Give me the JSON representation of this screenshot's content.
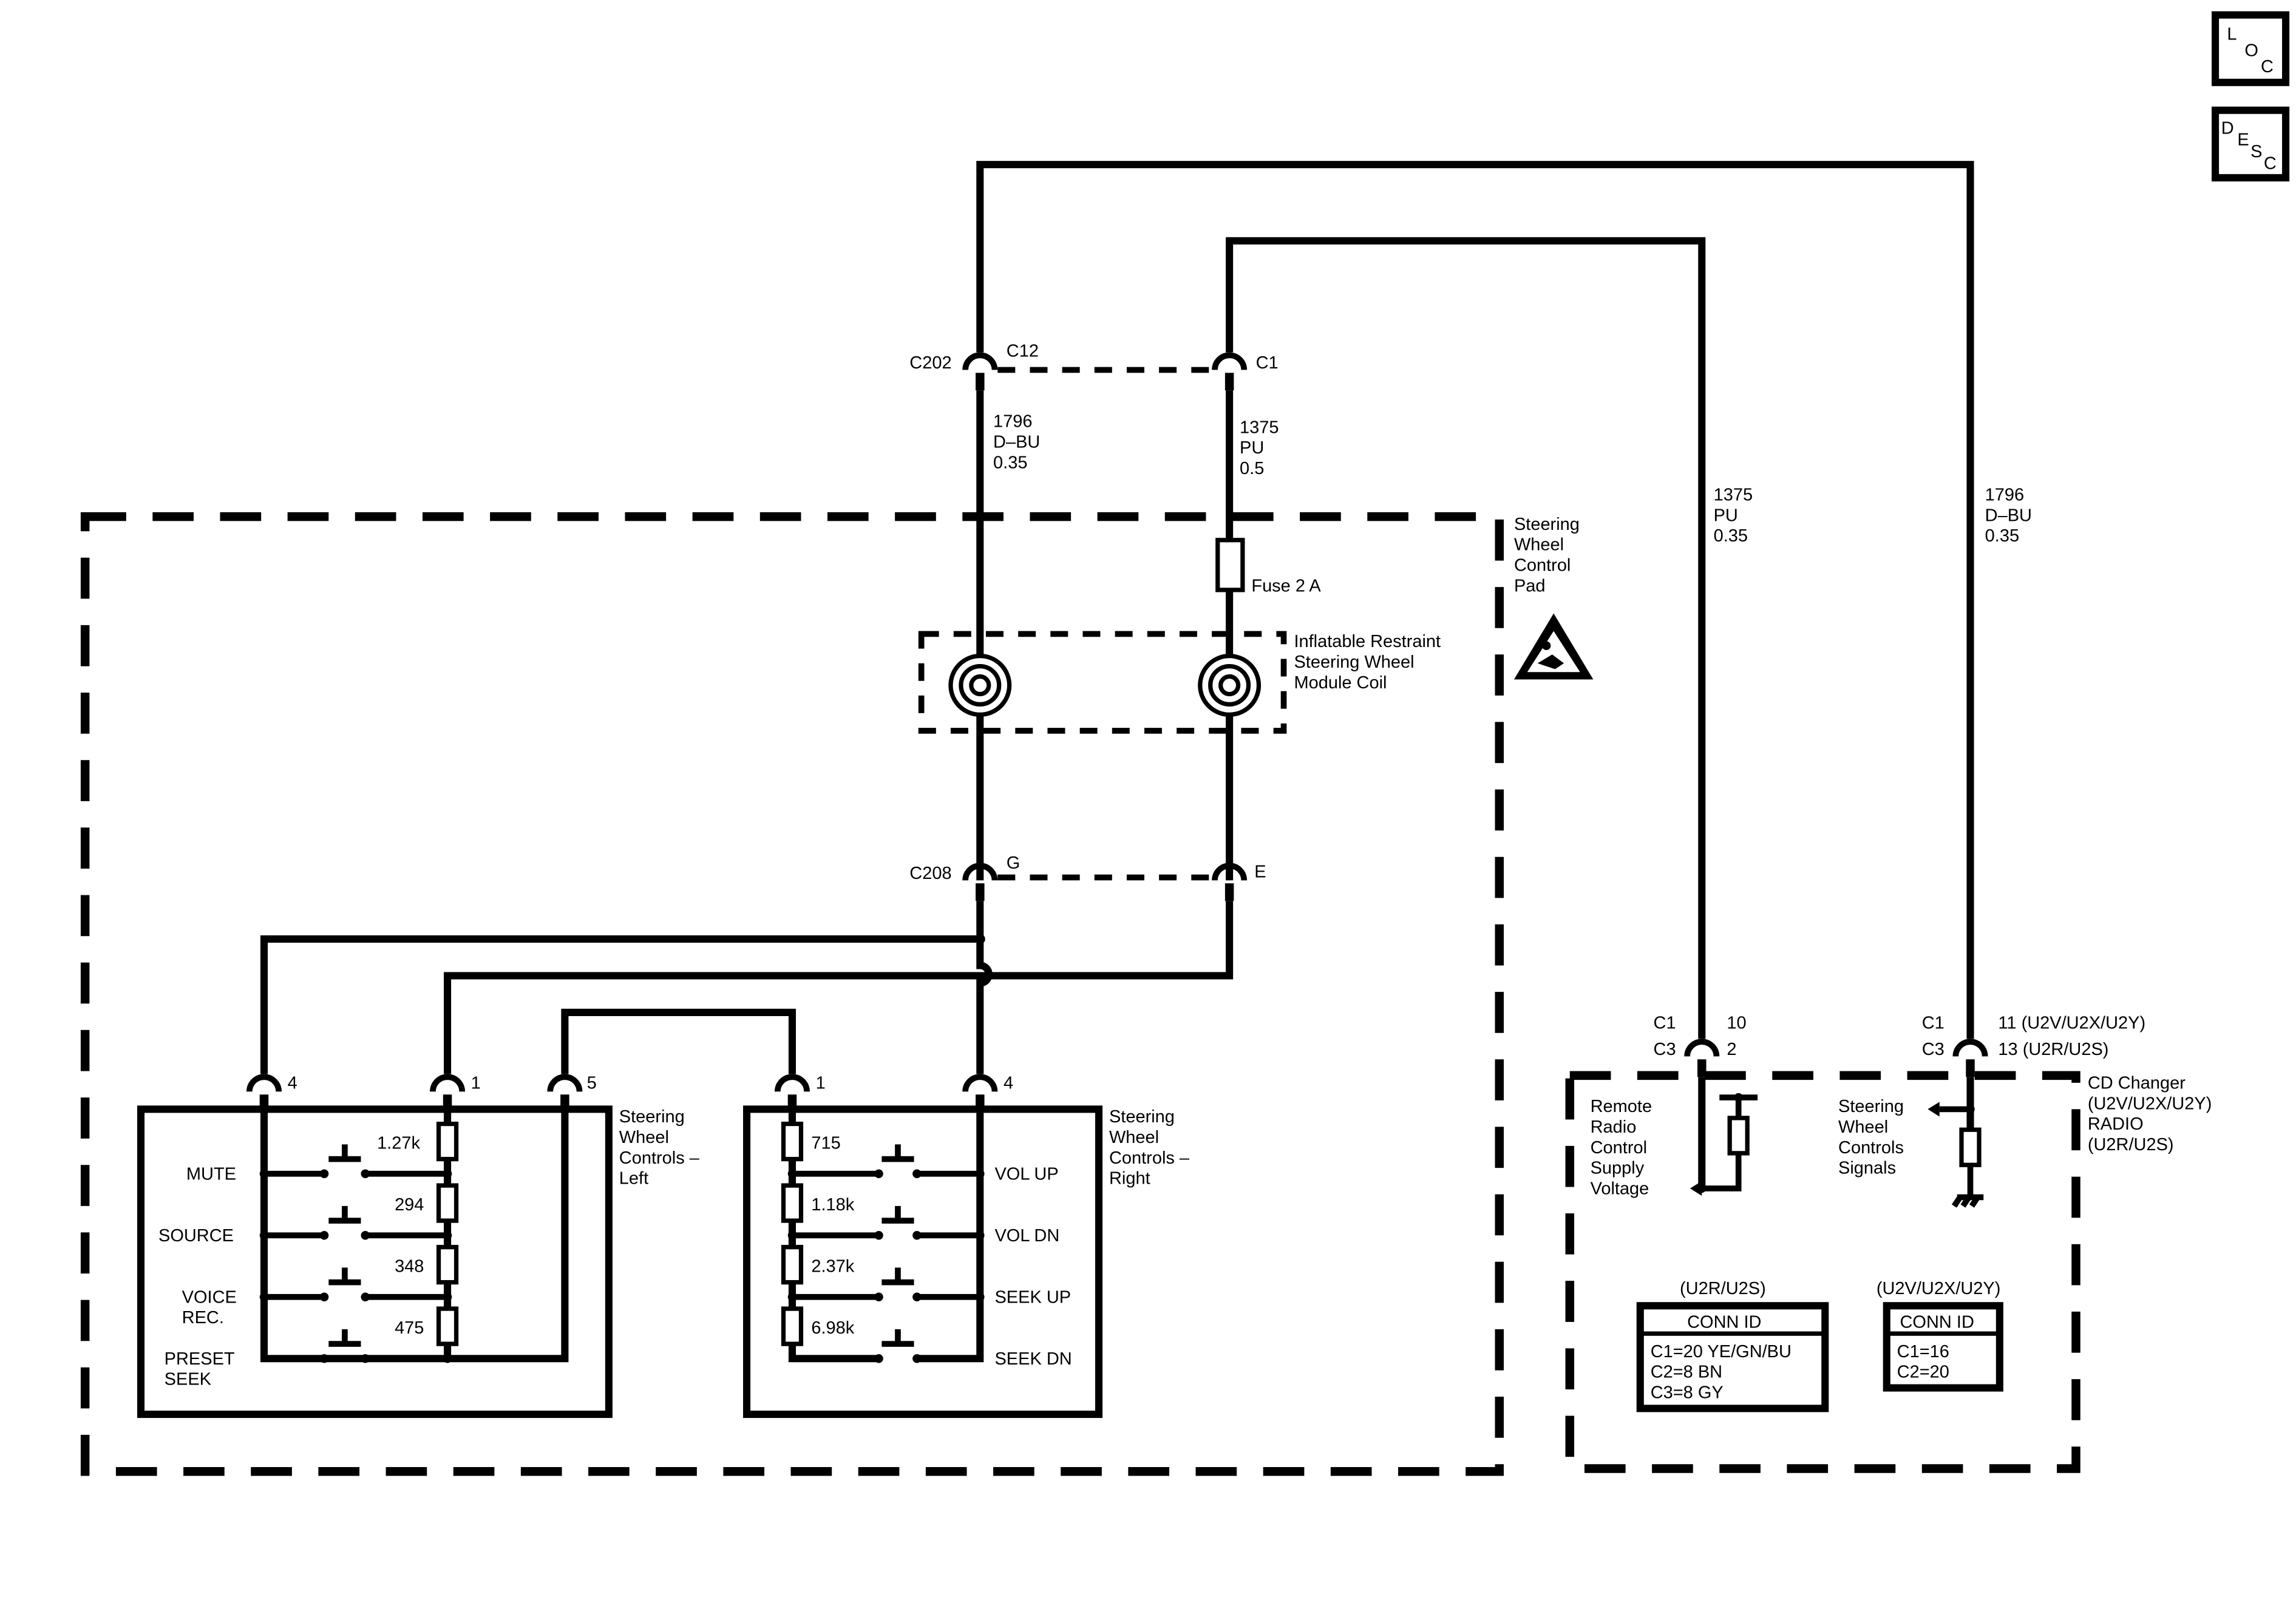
{
  "corner": {
    "loc": [
      "L",
      "O",
      "C"
    ],
    "desc": [
      "D",
      "E",
      "S",
      "C"
    ]
  },
  "connectors": {
    "c202_label": "C202",
    "c202_pin_left": "C12",
    "c202_pin_right": "C1",
    "c208_label": "C208",
    "c208_pin_left": "G",
    "c208_pin_right": "E"
  },
  "wires": {
    "w1796_top": [
      "1796",
      "D–BU",
      "0.35"
    ],
    "w1375_top": [
      "1375",
      "PU",
      "0.5"
    ],
    "w1375_right": [
      "1375",
      "PU",
      "0.35"
    ],
    "w1796_right": [
      "1796",
      "D–BU",
      "0.35"
    ]
  },
  "fuse_label": "Fuse 2 A",
  "coil_label": [
    "Inflatable Restraint",
    "Steering Wheel",
    "Module Coil"
  ],
  "pad_label": [
    "Steering",
    "Wheel",
    "Control",
    "Pad"
  ],
  "left_module": {
    "title": [
      "Steering",
      "Wheel",
      "Controls –",
      "Left"
    ],
    "pins": [
      "4",
      "1",
      "5"
    ],
    "buttons": [
      "MUTE",
      "SOURCE",
      "VOICE",
      "REC.",
      "PRESET",
      "SEEK"
    ],
    "resistors": [
      "1.27k",
      "294",
      "348",
      "475"
    ]
  },
  "right_module": {
    "title": [
      "Steering",
      "Wheel",
      "Controls –",
      "Right"
    ],
    "pins": [
      "1",
      "4"
    ],
    "buttons": [
      "VOL UP",
      "VOL DN",
      "SEEK UP",
      "SEEK DN"
    ],
    "resistors": [
      "715",
      "1.18k",
      "2.37k",
      "6.98k"
    ]
  },
  "radio": {
    "title": [
      "CD Changer",
      "(U2V/U2X/U2Y)",
      "RADIO",
      "(U2R/U2S)"
    ],
    "pin_left": {
      "c1": "C1",
      "c3": "C3",
      "n1": "10",
      "n2": "2"
    },
    "pin_right": {
      "c1": "C1",
      "c3": "C3",
      "n1": "11 (U2V/U2X/U2Y)",
      "n2": "13 (U2R/U2S)"
    },
    "supply_label": [
      "Remote",
      "Radio",
      "Control",
      "Supply",
      "Voltage"
    ],
    "signal_label": [
      "Steering",
      "Wheel",
      "Controls",
      "Signals"
    ]
  },
  "conn_id_left": {
    "header": "(U2R/U2S)",
    "title": "CONN ID",
    "lines": [
      "C1=20 YE/GN/BU",
      "C2=8 BN",
      "C3=8 GY"
    ]
  },
  "conn_id_right": {
    "header": "(U2V/U2X/U2Y)",
    "title": "CONN ID",
    "lines": [
      "C1=16",
      "C2=20"
    ]
  }
}
